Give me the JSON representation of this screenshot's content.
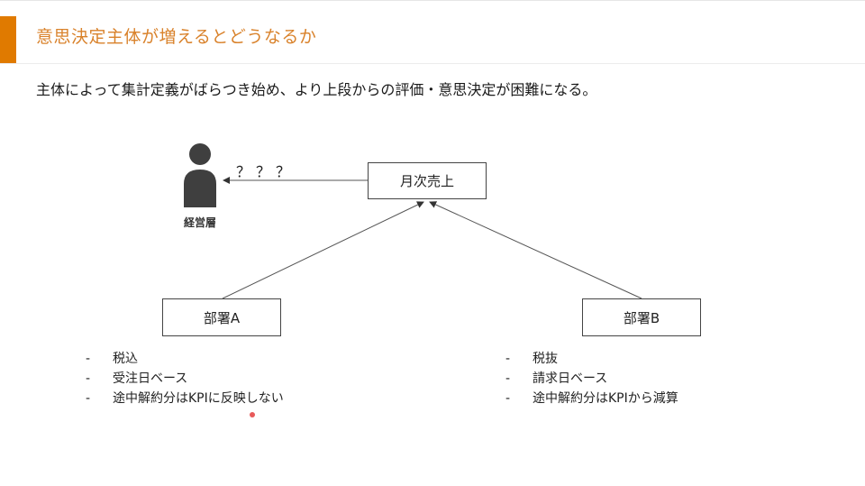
{
  "colors": {
    "accent": "#e07a00",
    "title": "#d9822b",
    "person": "#3f3f3f",
    "pointer": "#e85a5a"
  },
  "slide": {
    "title": "意思決定主体が増えるとどうなるか",
    "subtitle": "主体によって集計定義がばらつき始め、より上段からの評価・意思決定が困難になる。"
  },
  "diagram": {
    "top_box": "月次売上",
    "question": "？？？",
    "person_label": "経営層",
    "dept_a": {
      "label": "部署A",
      "items": [
        "税込",
        "受注日ベース",
        "途中解約分はKPIに反映しない"
      ]
    },
    "dept_b": {
      "label": "部署B",
      "items": [
        "税抜",
        "請求日ベース",
        "途中解約分はKPIから減算"
      ]
    },
    "bullet_marker": "-"
  }
}
